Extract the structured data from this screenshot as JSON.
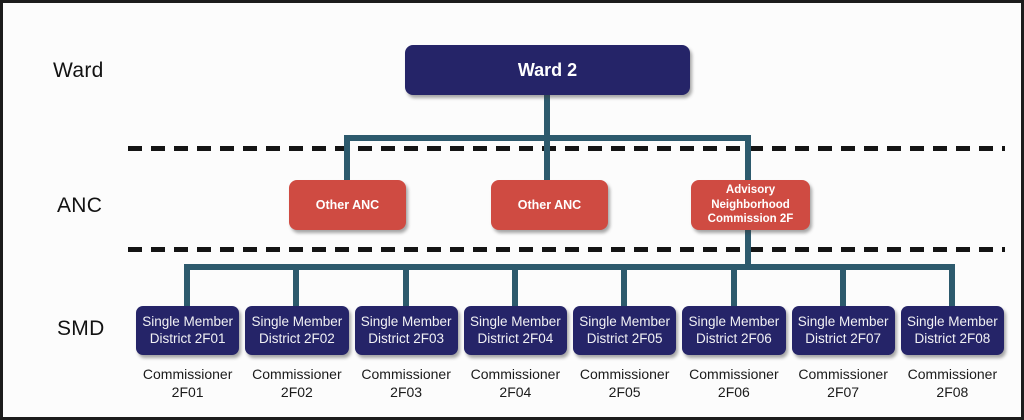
{
  "row_labels": {
    "ward": "Ward",
    "anc": "ANC",
    "smd": "SMD"
  },
  "ward": {
    "label": "Ward 2"
  },
  "anc": {
    "boxes": [
      {
        "label": "Other ANC"
      },
      {
        "label": "Other ANC"
      },
      {
        "label": "Advisory Neighborhood Commission 2F"
      }
    ]
  },
  "smd": {
    "districts": [
      {
        "label": "Single Member District 2F01",
        "commissioner": "Commissioner 2F01"
      },
      {
        "label": "Single Member District 2F02",
        "commissioner": "Commissioner 2F02"
      },
      {
        "label": "Single Member District 2F03",
        "commissioner": "Commissioner 2F03"
      },
      {
        "label": "Single Member District 2F04",
        "commissioner": "Commissioner 2F04"
      },
      {
        "label": "Single Member District 2F05",
        "commissioner": "Commissioner 2F05"
      },
      {
        "label": "Single Member District 2F06",
        "commissioner": "Commissioner 2F06"
      },
      {
        "label": "Single Member District 2F07",
        "commissioner": "Commissioner 2F07"
      },
      {
        "label": "Single Member District 2F08",
        "commissioner": "Commissioner 2F08"
      }
    ]
  },
  "colors": {
    "ward_box": "#252468",
    "smd_box": "#252468",
    "anc_box": "#cf4b42",
    "connector": "#2d5a6d",
    "divider": "#141414",
    "background": "#fcfcfc",
    "frame_border": "#1c1c1c"
  }
}
